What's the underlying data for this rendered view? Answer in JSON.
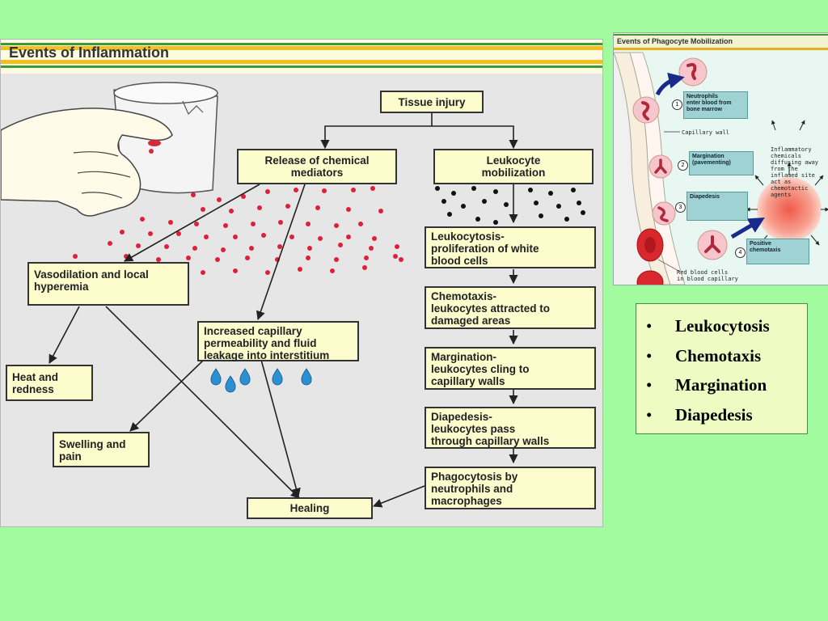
{
  "left_diagram": {
    "title": "Events of Inflammation",
    "boxes": {
      "tissue_injury": "Tissue injury",
      "release_mediators": "Release of chemical\nmediators",
      "leukocyte_mobilization": "Leukocyte\nmobilization",
      "vasodilation": "Vasodilation and local\nhyperemia",
      "capillary_permeability": "Increased capillary\npermeability and fluid\nleakage into interstitium",
      "heat_redness": "Heat and\nredness",
      "swelling_pain": "Swelling and\npain",
      "healing": "Healing",
      "leukocytosis": "Leukocytosis-\nproliferation of white\nblood cells",
      "chemotaxis": "Chemotaxis-\nleukocytes attracted to\ndamaged areas",
      "margination": "Margination-\nleukocytes cling to\ncapillary walls",
      "diapedesis": "Diapedesis-\nleukocytes pass\nthrough capillary walls",
      "phagocytosis": "Phagocytosis by\nneutrophils and\nmacrophages"
    },
    "colors": {
      "box_fill": "#fcfccc",
      "mediator_dots": "#e0203a",
      "leukocyte_dots": "#111111",
      "fluid_drops": "#2c8fd0",
      "header_stripe": "#f0c020"
    }
  },
  "right_diagram": {
    "title": "Events of Phagocyte Mobilization",
    "steps": [
      {
        "num": "1",
        "label": "Neutrophils\nenter blood from\nbone marrow"
      },
      {
        "num": "2",
        "label": "Margination\n(pavementing)"
      },
      {
        "num": "3",
        "label": "Diapedesis"
      },
      {
        "num": "4",
        "label": "Positive\nchemotaxis"
      }
    ],
    "annotations": {
      "capillary_wall": "Capillary wall",
      "inflammatory": "Inflammatory\nchemicals\ndiffusing away\nfrom the\ninflamed site\nact as\nchemotactic\nagents",
      "red_blood_cells": "Red blood cells\nin blood capillary"
    }
  },
  "bullets": [
    "Leukocytosis",
    "Chemotaxis",
    "Margination",
    "Diapedesis"
  ]
}
